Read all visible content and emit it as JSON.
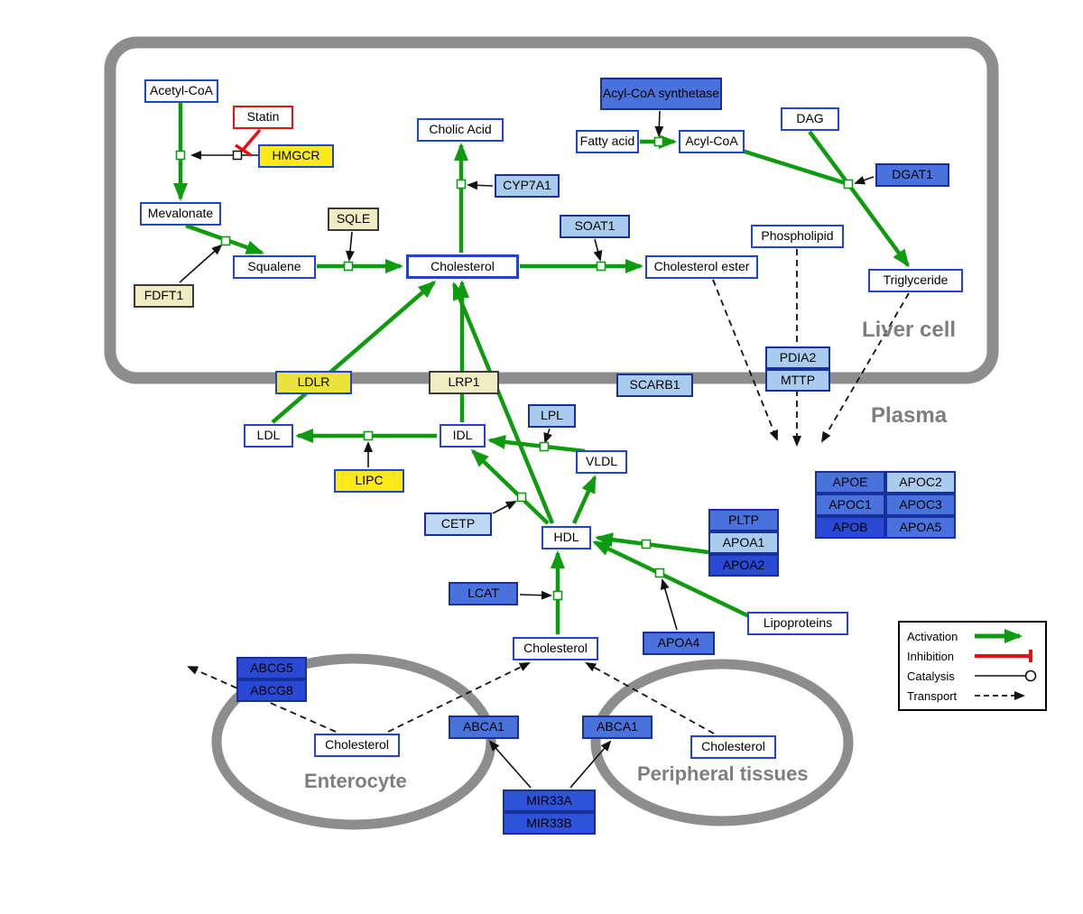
{
  "regions": {
    "liver": "Liver cell",
    "plasma": "Plasma",
    "enterocyte": "Enterocyte",
    "peripheral": "Peripheral tissues"
  },
  "legend": {
    "activation": "Activation",
    "inhibition": "Inhibition",
    "catalysis": "Catalysis",
    "transport": "Transport"
  },
  "colors": {
    "activation_green": "#0f9b0f",
    "inhibition_red": "#e81010",
    "membrane_gray": "#8d8d8d",
    "metabolite_border": "#2143cf",
    "gene_yellow": "#ffe81a",
    "gene_cream": "#f1ecc3",
    "gene_lightblue": "#a9cbee",
    "gene_medblue": "#4a72dc",
    "gene_darkblue": "#2a49d4"
  },
  "nodes": {
    "acetyl_coa": "Acetyl-CoA",
    "statin": "Statin",
    "hmgcr": "HMGCR",
    "mevalonate": "Mevalonate",
    "sqle": "SQLE",
    "fdft1": "FDFT1",
    "squalene": "Squalene",
    "cholesterol_liver": "Cholesterol",
    "cholic_acid": "Cholic Acid",
    "cyp7a1": "CYP7A1",
    "soat1": "SOAT1",
    "cholesterol_ester": "Cholesterol ester",
    "acyl_coa_synthetase": "Acyl-CoA synthetase",
    "fatty_acid": "Fatty acid",
    "acyl_coa": "Acyl-CoA",
    "dag": "DAG",
    "dgat1": "DGAT1",
    "phospholipid": "Phospholipid",
    "triglyceride": "Triglyceride",
    "ldlr": "LDLR",
    "lrp1": "LRP1",
    "scarb1": "SCARB1",
    "pdia2": "PDIA2",
    "mttp": "MTTP",
    "ldl": "LDL",
    "idl": "IDL",
    "lpl": "LPL",
    "vldl": "VLDL",
    "lipc": "LIPC",
    "cetp": "CETP",
    "hdl": "HDL",
    "pltp": "PLTP",
    "apoa1": "APOA1",
    "apoa2": "APOA2",
    "lcat": "LCAT",
    "apoa4": "APOA4",
    "lipoproteins": "Lipoproteins",
    "cholesterol_plasma": "Cholesterol",
    "apoe": "APOE",
    "apoc2": "APOC2",
    "apoc1": "APOC1",
    "apoc3": "APOC3",
    "apob": "APOB",
    "apoa5": "APOA5",
    "abcg5": "ABCG5",
    "abcg8": "ABCG8",
    "cholesterol_enterocyte": "Cholesterol",
    "abca1_enterocyte": "ABCA1",
    "abca1_peripheral": "ABCA1",
    "cholesterol_peripheral": "Cholesterol",
    "mir33a": "MIR33A",
    "mir33b": "MIR33B"
  }
}
